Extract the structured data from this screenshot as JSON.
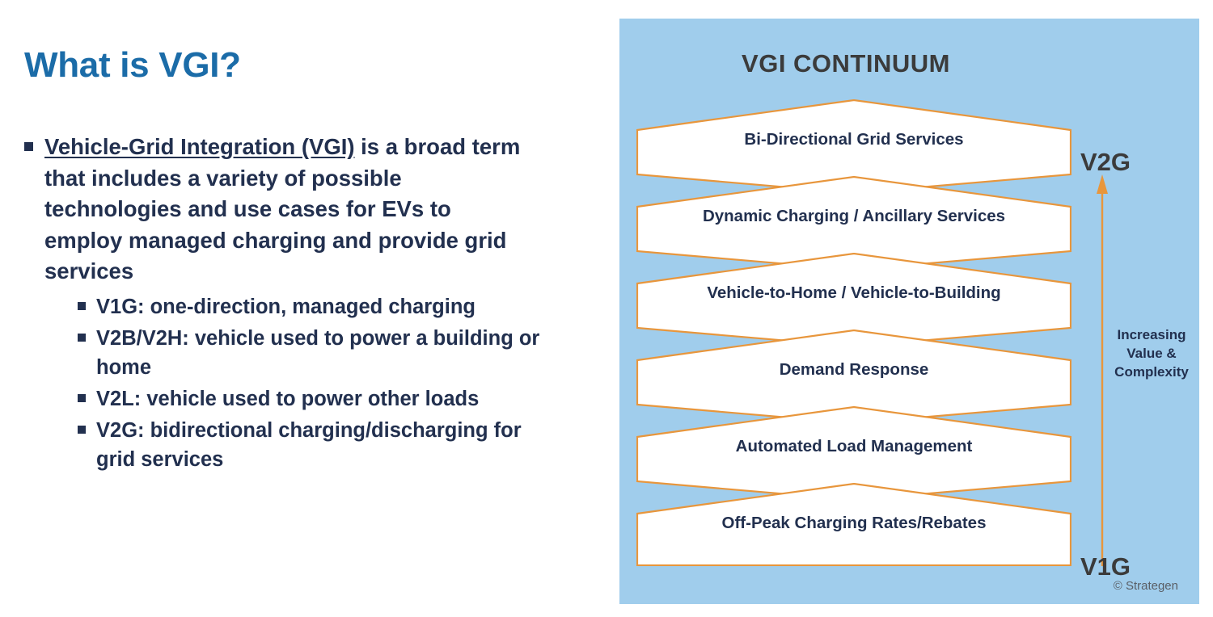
{
  "slide": {
    "title": "What is VGI?",
    "bullets": [
      {
        "level": 1,
        "lead": "Vehicle-Grid Integration (VGI)",
        "rest": " is a broad term that includes a variety of possible technologies and use cases for EVs to employ managed charging and provide grid services"
      },
      {
        "level": 2,
        "term": "V1G",
        "rest": ": one-direction, managed charging"
      },
      {
        "level": 2,
        "term": "V2B/V2H",
        "rest": ": vehicle used to power a building or home"
      },
      {
        "level": 2,
        "term": "V2L",
        "rest": ": vehicle used to power other loads"
      },
      {
        "level": 2,
        "term": "V2G",
        "rest": ": bidirectional charging/discharging for grid services"
      }
    ]
  },
  "panel": {
    "title": "VGI CONTINUUM",
    "chevrons": [
      {
        "label": "Bi-Directional Grid Services"
      },
      {
        "label": "Dynamic Charging / Ancillary Services"
      },
      {
        "label": "Vehicle-to-Home / Vehicle-to-Building"
      },
      {
        "label": "Demand Response"
      },
      {
        "label": "Automated Load Management"
      },
      {
        "label": "Off-Peak Charging Rates/Rebates"
      }
    ],
    "scale": {
      "top_label": "V2G",
      "bottom_label": "V1G",
      "caption": "Increasing Value & Complexity"
    },
    "copyright": "© Strategen"
  },
  "colors": {
    "title_blue": "#1b6ca8",
    "body_navy": "#22304f",
    "panel_bg": "#a0cdec",
    "chevron_border": "#e8963c",
    "chevron_fill": "#ffffff",
    "arrow_orange": "#e8963c",
    "panel_title_gray": "#3b3b3b"
  }
}
